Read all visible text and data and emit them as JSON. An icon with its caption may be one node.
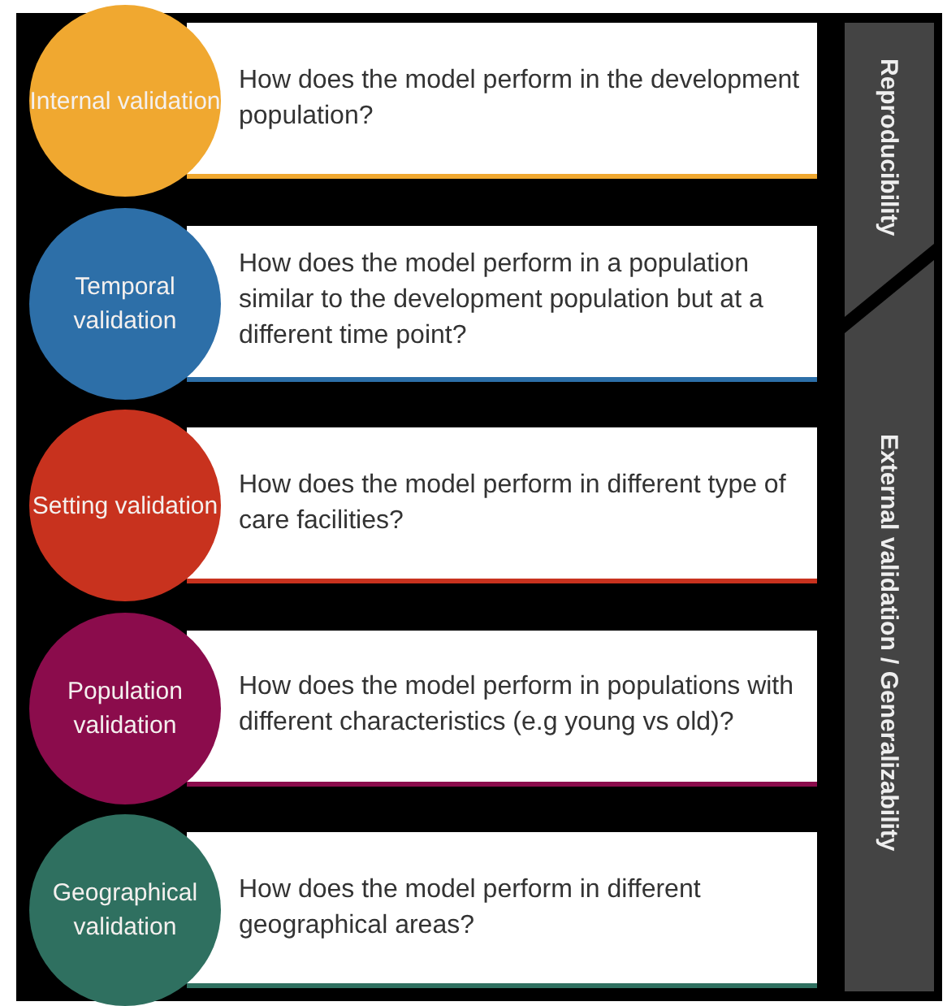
{
  "diagram": {
    "nodes": [
      {
        "text": [
          "Internal validation"
        ]
      },
      {
        "text": [
          "How does the model perform in the development population?"
        ]
      },
      {
        "text": [
          "Temporal validation"
        ]
      },
      {
        "text": [
          "How does the model perform in a population similar to the development population but at a different time point?"
        ]
      },
      {
        "text": [
          "Setting validation"
        ]
      },
      {
        "text": [
          "How does the model perform in different type of care facilities?"
        ]
      },
      {
        "text": [
          "Population validation"
        ]
      },
      {
        "text": [
          "How does the model perform in populations with different characteristics (e.g young vs old)?"
        ]
      },
      {
        "text": [
          "Geographical validation"
        ]
      },
      {
        "text": [
          "How does the model perform in different geographical areas?"
        ]
      },
      {
        "text": [
          "Reproducibility"
        ]
      },
      {
        "text": [
          "External validation / Generalizability"
        ]
      }
    ]
  }
}
